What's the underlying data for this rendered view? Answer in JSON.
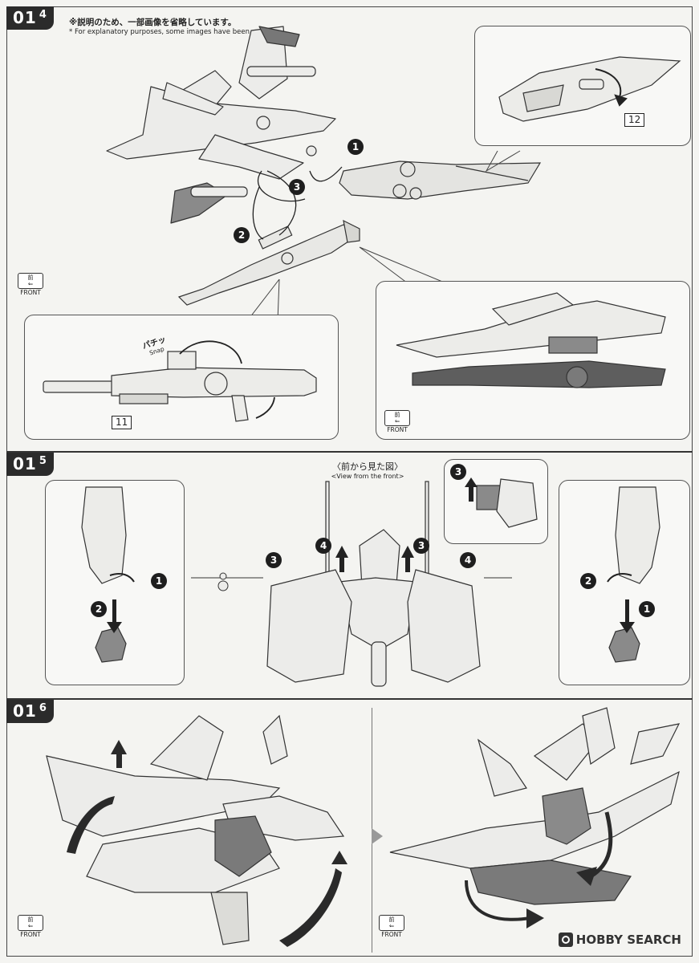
{
  "sections": {
    "s4": {
      "step": {
        "main": "01",
        "sub": "4"
      },
      "note_jp": "※説明のため、一部画像を省略しています。",
      "note_en": "* For explanatory purposes, some images have been omitted.",
      "numbers": [
        "1",
        "2",
        "3"
      ],
      "part_tags": [
        "12",
        "11"
      ],
      "snap_jp": "パチッ",
      "snap_en": "Snap",
      "front_marks": [
        {
          "kanji": "前",
          "label": "FRONT"
        },
        {
          "kanji": "前",
          "label": "FRONT"
        }
      ]
    },
    "s5": {
      "step": {
        "main": "01",
        "sub": "5"
      },
      "view_title_jp": "〈前から見た図〉",
      "view_title_en": "<View from the front>",
      "numbers": [
        "1",
        "2",
        "3",
        "4",
        "3",
        "4",
        "3",
        "1",
        "2"
      ]
    },
    "s6": {
      "step": {
        "main": "01",
        "sub": "6"
      },
      "front_marks": [
        {
          "kanji": "前",
          "label": "FRONT"
        },
        {
          "kanji": "前",
          "label": "FRONT"
        }
      ]
    }
  },
  "watermark": {
    "text": "HOBBY SEARCH",
    "icon": "hobby-search-logo-icon"
  },
  "colors": {
    "ink": "#222222",
    "part_fill": "#e9e9e6",
    "dark_part": "#6d6d6d",
    "arrow": "#2a2a2a"
  }
}
